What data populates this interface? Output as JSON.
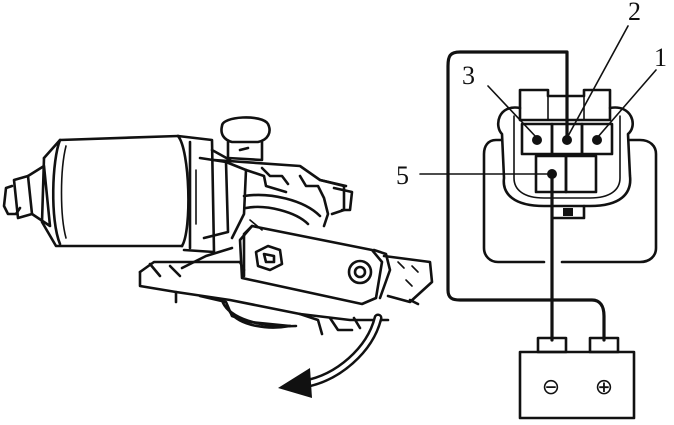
{
  "labels": {
    "pin_2": "2",
    "pin_1": "1",
    "pin_3": "3",
    "pin_5": "5"
  },
  "battery": {
    "negative_symbol": "⊖",
    "positive_symbol": "⊕"
  },
  "colors": {
    "ink": "#111111",
    "background": "#ffffff"
  }
}
